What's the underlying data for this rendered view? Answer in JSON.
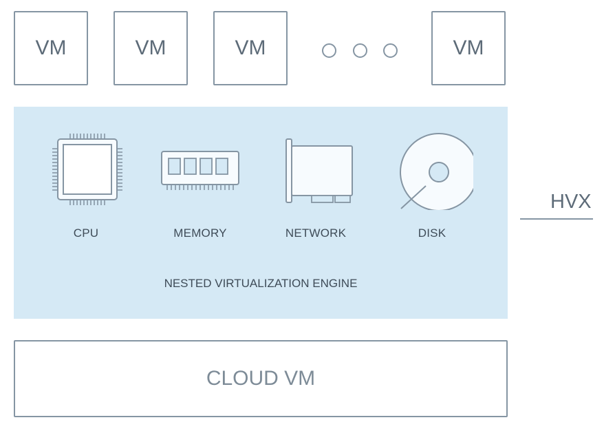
{
  "vms": [
    {
      "label": "VM"
    },
    {
      "label": "VM"
    },
    {
      "label": "VM"
    },
    {
      "label": "VM"
    }
  ],
  "hypervisor": {
    "components": [
      {
        "label": "CPU",
        "icon": "cpu-chip-icon"
      },
      {
        "label": "MEMORY",
        "icon": "memory-module-icon"
      },
      {
        "label": "NETWORK",
        "icon": "network-card-icon"
      },
      {
        "label": "DISK",
        "icon": "disk-icon"
      }
    ],
    "caption": "NESTED VIRTUALIZATION ENGINE",
    "side_label": "HVX",
    "background_color": "#d5e9f5"
  },
  "base": {
    "label": "CLOUD VM"
  },
  "colors": {
    "stroke": "#8595a3",
    "text": "#5d6b78",
    "label_text": "#3f4c58"
  }
}
